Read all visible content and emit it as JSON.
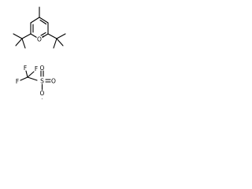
{
  "cation": {
    "ring_atom_label": "O",
    "ring_atom_charge": "+"
  },
  "anion": {
    "fluorine_top_left": "F",
    "fluorine_top_right": "F",
    "fluorine_left": "F",
    "sulfur_label": "S",
    "oxygen_top": "O",
    "oxygen_right": "O",
    "oxygen_bottom": "O",
    "oxygen_bottom_charge": "-"
  }
}
